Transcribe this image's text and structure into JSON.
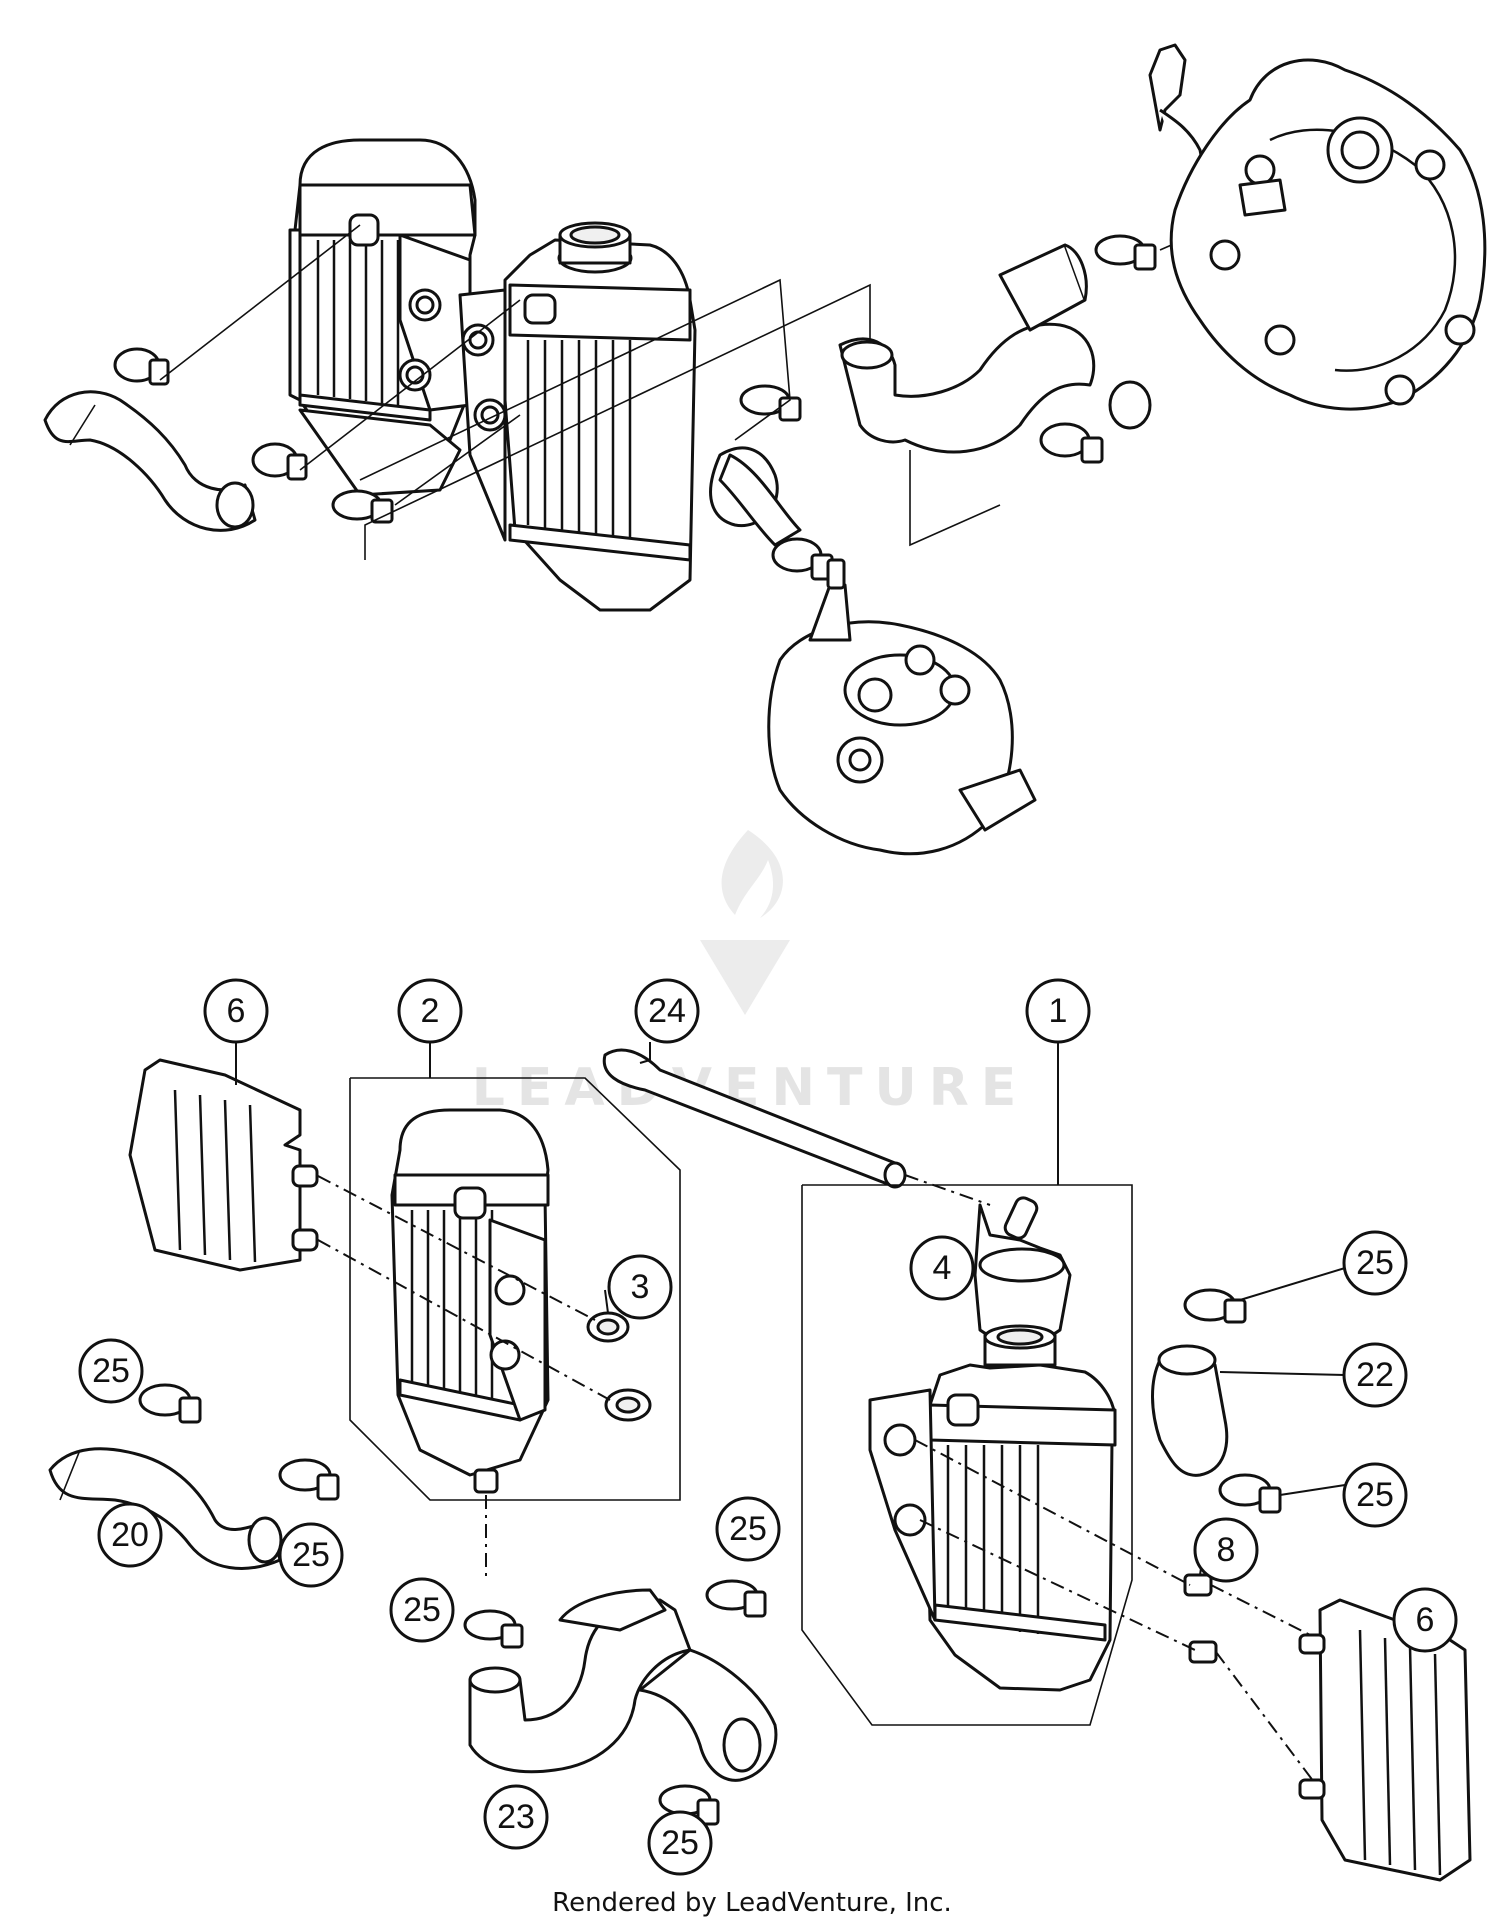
{
  "callouts": {
    "c1": "1",
    "c2": "2",
    "c3": "3",
    "c4": "4",
    "c6_left": "6",
    "c6_right": "6",
    "c8": "8",
    "c20": "20",
    "c22": "22",
    "c23": "23",
    "c24": "24",
    "c25_right_top": "25",
    "c25_right_mid": "25",
    "c25_left_top": "25",
    "c25_left_bottom": "25",
    "c25_mid_left": "25",
    "c25_mid_right": "25",
    "c25_bottom": "25"
  },
  "watermark": {
    "text": "LEADVENTURE"
  },
  "footer": {
    "text": "Rendered by LeadVenture, Inc."
  }
}
